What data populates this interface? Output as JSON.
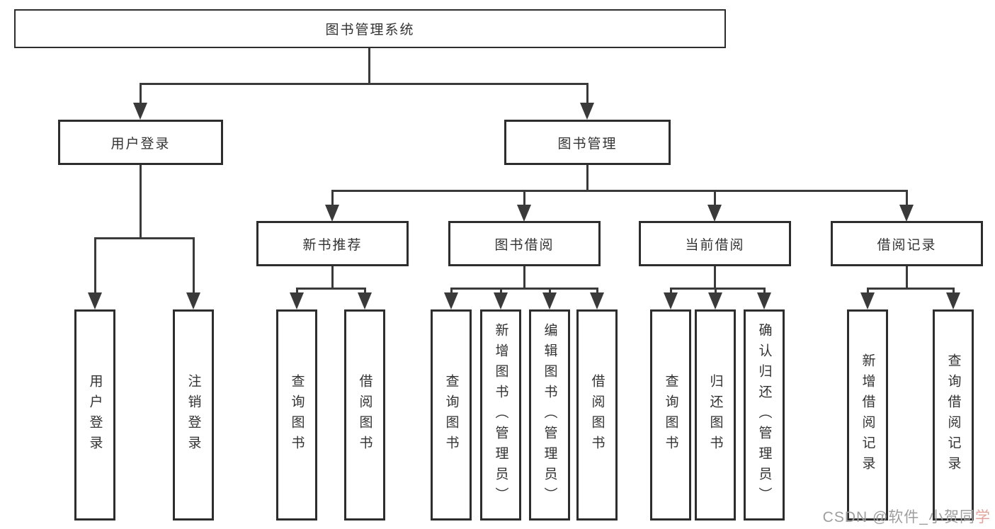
{
  "diagram": {
    "root": "图书管理系统",
    "level2": {
      "user_login": "用户登录",
      "book_mgmt": "图书管理"
    },
    "level3": {
      "new_book_rec": "新书推荐",
      "book_borrow": "图书借阅",
      "current_borrow": "当前借阅",
      "borrow_record": "借阅记录"
    },
    "leaves": {
      "user_login": "用户登录",
      "logout": "注销登录",
      "nb_query_book": "查询图书",
      "nb_borrow_book": "借阅图书",
      "bb_query_book": "查询图书",
      "bb_add_book": "新增图书（管理员）",
      "bb_edit_book": "编辑图书（管理员）",
      "bb_borrow_book": "借阅图书",
      "cb_query_book": "查询图书",
      "cb_return_book": "归还图书",
      "cb_confirm_return": "确认归还（管理员）",
      "br_add_record": "新增借阅记录",
      "br_query_record": "查询借阅记录"
    }
  },
  "watermark": {
    "prefix": "CSDN @软件_小贺同",
    "suffix": "学"
  },
  "colors": {
    "background": "#ffffff",
    "box_border": "#2d2d2d",
    "connector": "#3a3a3a",
    "text": "#333333",
    "watermark_gray": "#9e9e9e",
    "watermark_pink": "#e2a39b"
  }
}
